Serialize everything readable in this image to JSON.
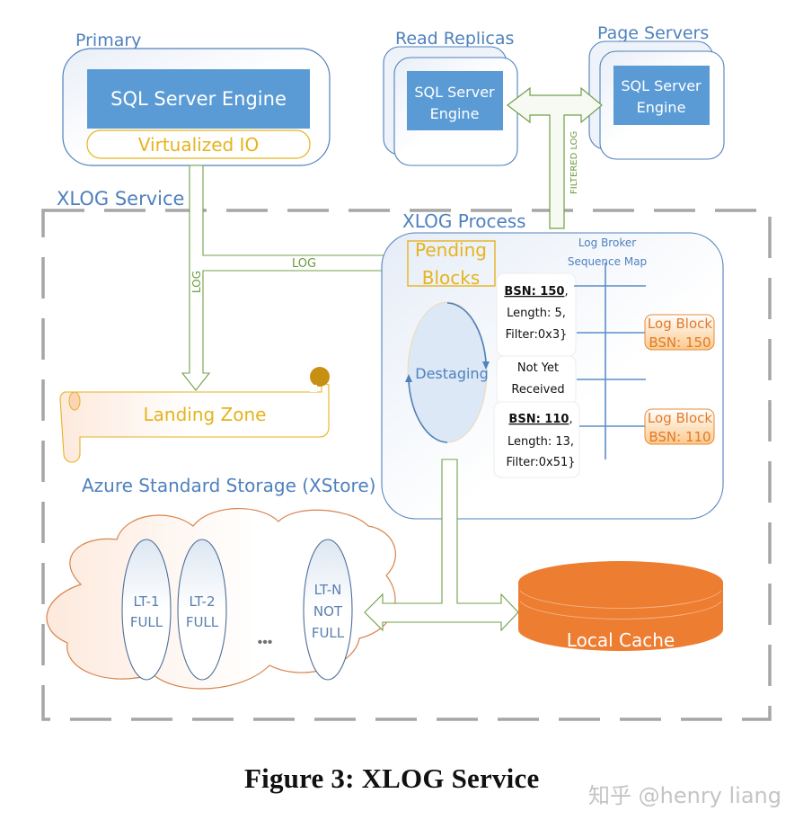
{
  "primary": {
    "title": "Primary",
    "engine_label": "SQL Server Engine",
    "io_label": "Virtualized IO"
  },
  "read_replicas": {
    "title": "Read Replicas",
    "engine_line1": "SQL Server",
    "engine_line2": "Engine"
  },
  "page_servers": {
    "title": "Page Servers",
    "engine_line1": "SQL Server",
    "engine_line2": "Engine"
  },
  "xlog_service": {
    "title": "XLOG Service"
  },
  "xlog_process": {
    "title": "XLOG Process",
    "pending_blocks_line1": "Pending",
    "pending_blocks_line2": "Blocks",
    "destaging_label": "Destaging",
    "sequence_map_line1": "Log Broker",
    "sequence_map_line2": "Sequence Map",
    "entries": [
      {
        "bsn": "BSN: 150",
        "line2": "Length: 5,",
        "line3": "Filter:0x3}"
      },
      {
        "text1": "Not Yet",
        "text2": "Received"
      },
      {
        "bsn": "BSN: 110",
        "line2": "Length: 13,",
        "line3": "Filter:0x51}"
      }
    ],
    "log_blocks": [
      {
        "line1": "Log Block",
        "line2": "BSN: 150"
      },
      {
        "line1": "Log Block",
        "line2": "BSN: 110"
      }
    ]
  },
  "arrows": {
    "log_vertical": "LOG",
    "log_horizontal": "LOG",
    "filtered_log": "FILTERED LOG"
  },
  "landing_zone": {
    "label": "Landing Zone"
  },
  "storage": {
    "title": "Azure Standard Storage (XStore)",
    "tiles": [
      {
        "line1": "LT-1",
        "line2": "FULL"
      },
      {
        "line1": "LT-2",
        "line2": "FULL"
      },
      {
        "line1": "LT-N",
        "line2": "NOT",
        "line3": "FULL"
      }
    ],
    "ellipsis": "•••"
  },
  "local_cache": {
    "label": "Local Cache"
  },
  "caption": "Figure 3: XLOG Service",
  "watermark": "知乎 @henry liang",
  "colors": {
    "engine_blue": "#5b9bd5",
    "label_blue": "#4f81bd",
    "io_gold": "#e6b31e",
    "arrow_green": "#70a04a",
    "cache_orange": "#ed7d31",
    "dash_gray": "#a6a6a6"
  }
}
